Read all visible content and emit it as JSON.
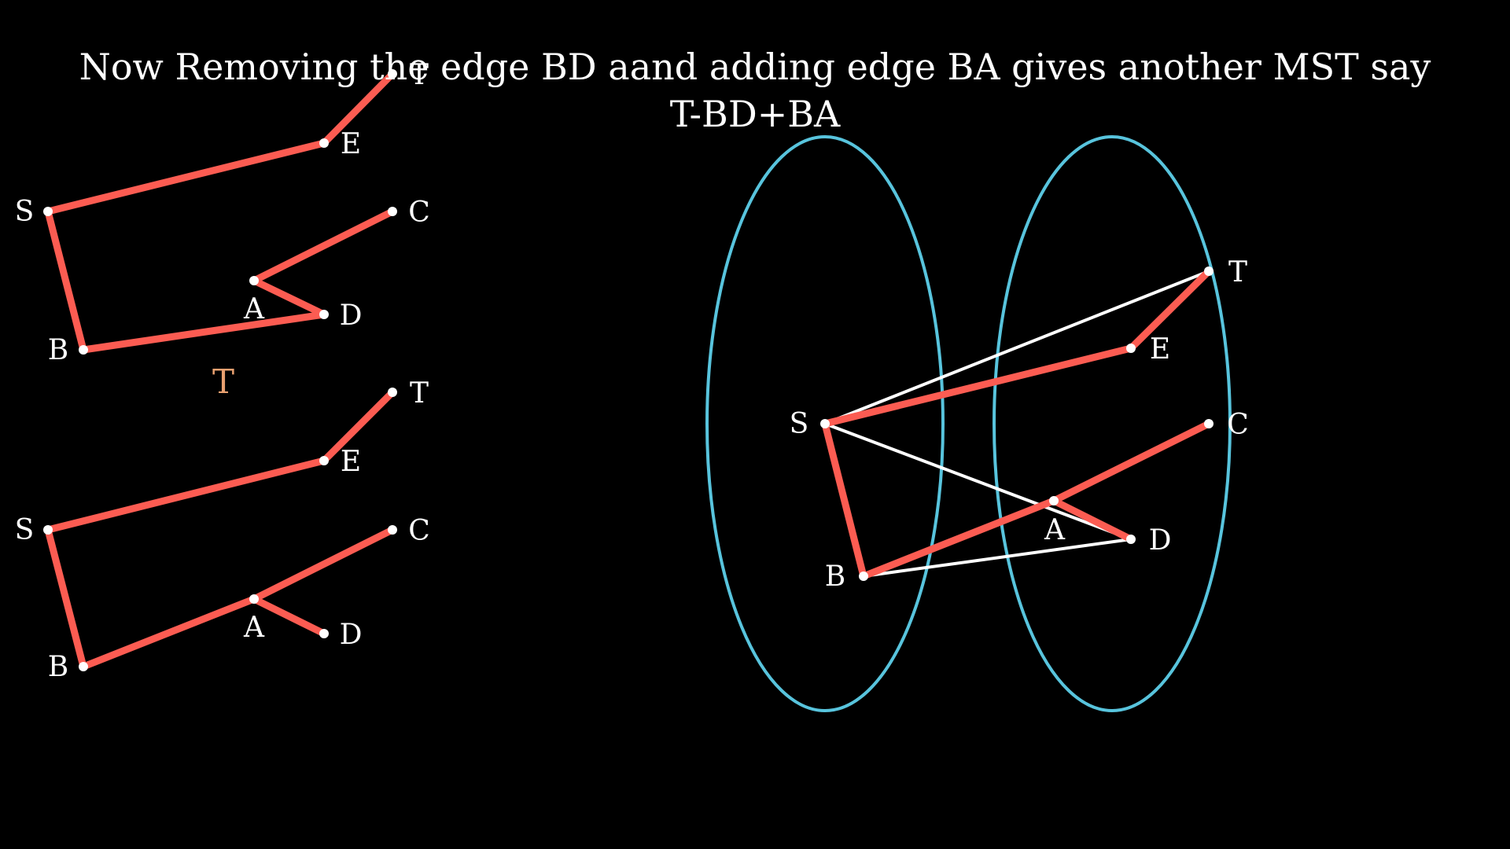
{
  "caption": {
    "line1": "Now Removing the edge BD aand adding edge BA gives another MST say",
    "line2": "T-BD+BA"
  },
  "colors": {
    "background": "#000000",
    "tree_edge": "#fc5c52",
    "graph_edge": "#ffffff",
    "node": "#ffffff",
    "text": "#ffffff",
    "tree_label": "#e8a070",
    "partition": "#58c4dd"
  },
  "nodes": [
    "S",
    "B",
    "A",
    "D",
    "C",
    "E",
    "T"
  ],
  "top_tree": {
    "label": "T",
    "edges": [
      [
        "S",
        "E"
      ],
      [
        "E",
        "T"
      ],
      [
        "S",
        "B"
      ],
      [
        "B",
        "D"
      ],
      [
        "D",
        "A"
      ],
      [
        "A",
        "C"
      ]
    ]
  },
  "bottom_tree": {
    "edges": [
      [
        "S",
        "E"
      ],
      [
        "E",
        "T"
      ],
      [
        "S",
        "B"
      ],
      [
        "B",
        "A"
      ],
      [
        "A",
        "D"
      ],
      [
        "A",
        "C"
      ]
    ]
  },
  "graph": {
    "partition_left": [
      "S",
      "B"
    ],
    "partition_right": [
      "A",
      "D",
      "C",
      "E",
      "T"
    ],
    "tree_edges": [
      [
        "S",
        "E"
      ],
      [
        "E",
        "T"
      ],
      [
        "S",
        "B"
      ],
      [
        "B",
        "A"
      ],
      [
        "A",
        "D"
      ],
      [
        "A",
        "C"
      ]
    ],
    "other_edges": [
      [
        "S",
        "T"
      ],
      [
        "S",
        "D"
      ],
      [
        "B",
        "D"
      ]
    ]
  }
}
